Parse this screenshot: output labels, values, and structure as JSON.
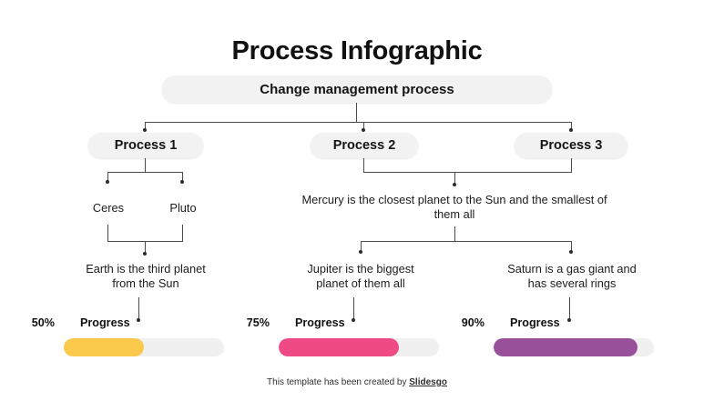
{
  "title": "Process Infographic",
  "banner": {
    "label": "Change management process"
  },
  "processes": [
    {
      "label": "Process 1"
    },
    {
      "label": "Process 2"
    },
    {
      "label": "Process 3"
    }
  ],
  "branch_labels": [
    {
      "label": "Ceres"
    },
    {
      "label": "Pluto"
    }
  ],
  "descriptions": [
    {
      "text": "Mercury is the closest planet to the Sun and the smallest of them all"
    },
    {
      "text": "Earth is the third planet from the Sun"
    },
    {
      "text": "Jupiter is the biggest planet of them all"
    },
    {
      "text": "Saturn is a gas giant and has several rings"
    }
  ],
  "progress": [
    {
      "label": "Progress",
      "percent_label": "50%",
      "value": 50,
      "color": "#FBC94B"
    },
    {
      "label": "Progress",
      "percent_label": "75%",
      "value": 75,
      "color": "#EF4A86"
    },
    {
      "label": "Progress",
      "percent_label": "90%",
      "value": 90,
      "color": "#99509A"
    }
  ],
  "footer": {
    "prefix": "This template has been created by ",
    "brand": "Slidesgo"
  },
  "colors": {
    "pill_bg": "#F2F2F2",
    "track_bg": "#F0F0F0",
    "connector": "#4A4A4A",
    "text": "#1A1A1A"
  },
  "chart_data": {
    "type": "bar",
    "title": "Process Infographic",
    "categories": [
      "Process 1",
      "Process 2",
      "Process 3"
    ],
    "values": [
      50,
      75,
      90
    ],
    "value_labels": [
      "50%",
      "75%",
      "90%"
    ],
    "series_name": "Progress",
    "colors": [
      "#FBC94B",
      "#EF4A86",
      "#99509A"
    ],
    "ylim": [
      0,
      100
    ],
    "xlabel": "",
    "ylabel": "Progress",
    "grid": false,
    "legend": "none"
  }
}
